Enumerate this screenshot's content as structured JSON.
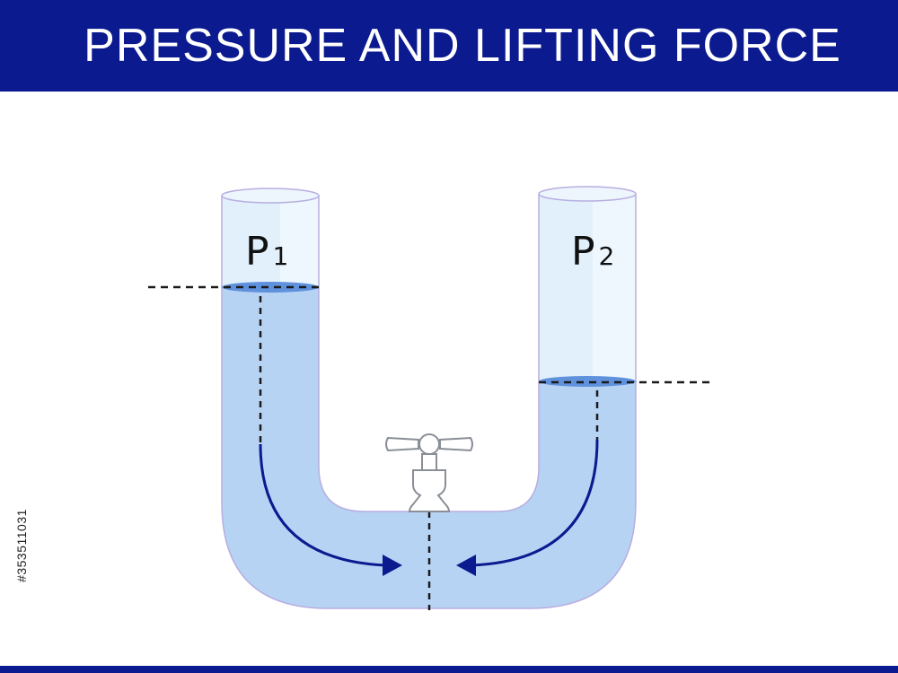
{
  "header": {
    "title": "PRESSURE AND LIFTING FORCE"
  },
  "labels": {
    "left_pressure": {
      "letter": "P",
      "subscript": "1"
    },
    "right_pressure": {
      "letter": "P",
      "subscript": "2"
    }
  },
  "side_id": "#353511031",
  "colors": {
    "header_bg": "#0b1a8f",
    "water": "#b7d3f4",
    "tube_empty": "#e2f0fb",
    "tube_outline": "#b7aee0",
    "arrow": "#0b1a8f",
    "valve": "#8a8f96"
  },
  "icons": {
    "valve": "faucet-valve-icon",
    "arrows": "arrow-head-icon"
  }
}
